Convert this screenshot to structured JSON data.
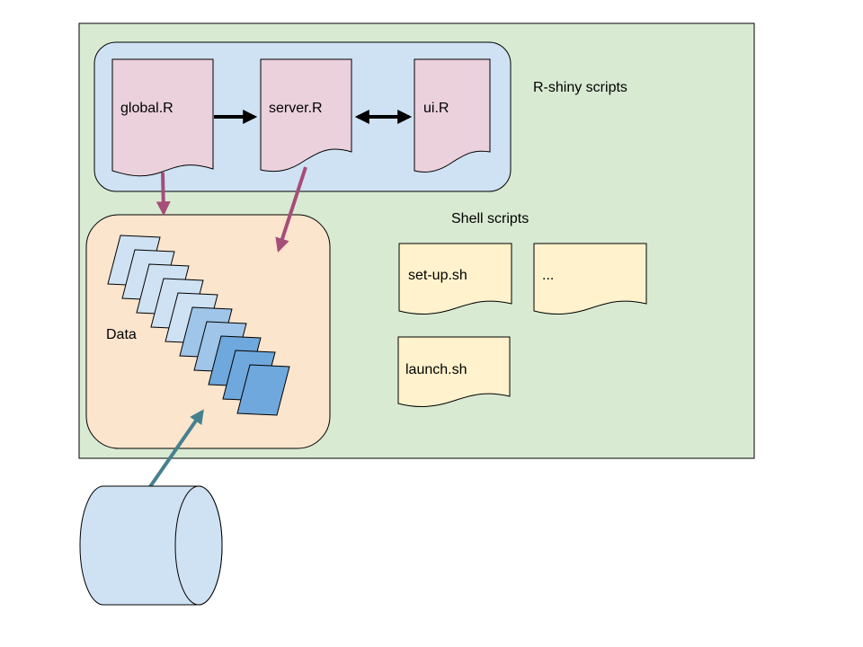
{
  "colors": {
    "panel_fill": "#d9ead3",
    "rshiny_group_fill": "#cfe2f3",
    "r_doc_fill": "#ead1dc",
    "data_group_fill": "#fce5cd",
    "shell_doc_fill": "#fff2cc",
    "cylinder_fill": "#cfe2f3",
    "data_page_light": "#cfe2f3",
    "data_page_mid": "#9fc5e8",
    "data_page_dark": "#6fa8dc",
    "arrow_magenta": "#a64d79",
    "arrow_teal": "#45818e",
    "arrow_black": "#000000",
    "stroke": "#000000"
  },
  "labels": {
    "rshiny_scripts": "R-shiny scripts",
    "shell_scripts": "Shell scripts",
    "global_r": "global.R",
    "server_r": "server.R",
    "ui_r": "ui.R",
    "data": "Data",
    "setup_sh": "set-up.sh",
    "ellipsis": "...",
    "launch_sh": "launch.sh"
  },
  "data_pages": {
    "count": 10,
    "shade_sequence": [
      "light",
      "light",
      "light",
      "light",
      "light",
      "mid",
      "mid",
      "dark",
      "dark",
      "dark"
    ]
  },
  "edges": [
    {
      "from": "global.R",
      "to": "server.R",
      "style": "arrow"
    },
    {
      "from": "server.R",
      "to": "ui.R",
      "style": "double-arrow"
    },
    {
      "from": "global.R",
      "to": "Data",
      "style": "arrow"
    },
    {
      "from": "server.R",
      "to": "Data",
      "style": "arrow"
    },
    {
      "from": "database",
      "to": "Data",
      "style": "arrow"
    }
  ]
}
